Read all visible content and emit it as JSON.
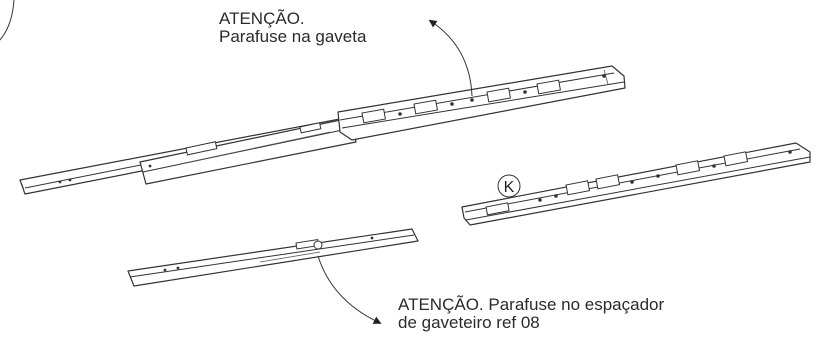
{
  "annotations": {
    "top_line1": "ATENÇÃO.",
    "top_line2": "Parafuse na gaveta",
    "bottom_line1": "ATENÇÃO. Parafuse no espaçador",
    "bottom_line2": "de gaveteiro ref 08"
  },
  "part_marker": "K",
  "colors": {
    "stroke": "#333333",
    "text": "#2b2b2b",
    "background": "#ffffff"
  }
}
